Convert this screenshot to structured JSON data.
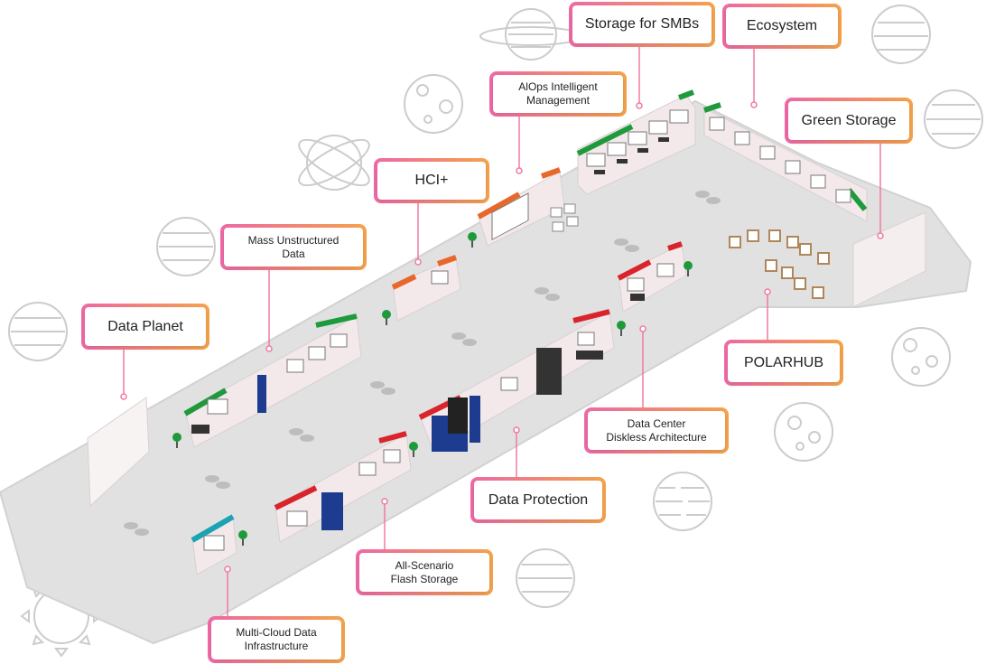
{
  "colors": {
    "floor": "#e1e1e1",
    "floor_edge": "#cfcfcf",
    "label_gradient_start": "#f06aa6",
    "label_gradient_end": "#f6a34c",
    "accent_green": "#1e9a3c",
    "accent_red": "#d9242c",
    "accent_orange": "#e8672a",
    "accent_teal": "#1aa3b3",
    "rack_blue": "#1d3c8f",
    "planet_stroke": "#cccccc"
  },
  "zones": [
    {
      "id": "storage-smbs",
      "label": "Storage for SMBs"
    },
    {
      "id": "ecosystem",
      "label": "Ecosystem"
    },
    {
      "id": "aiops",
      "label": "AlOps Intelligent\nManagement"
    },
    {
      "id": "green-storage",
      "label": "Green Storage"
    },
    {
      "id": "hci-plus",
      "label": "HCI+"
    },
    {
      "id": "mass-unstructured",
      "label": "Mass Unstructured\nData"
    },
    {
      "id": "data-planet",
      "label": "Data Planet"
    },
    {
      "id": "polarhub",
      "label": "POLARHUB"
    },
    {
      "id": "dc-diskless",
      "label": "Data Center\nDiskless Architecture"
    },
    {
      "id": "data-protection",
      "label": "Data Protection"
    },
    {
      "id": "all-scenario-flash",
      "label": "All-Scenario\nFlash Storage"
    },
    {
      "id": "multi-cloud",
      "label": "Multi-Cloud Data\nInfrastructure"
    }
  ]
}
